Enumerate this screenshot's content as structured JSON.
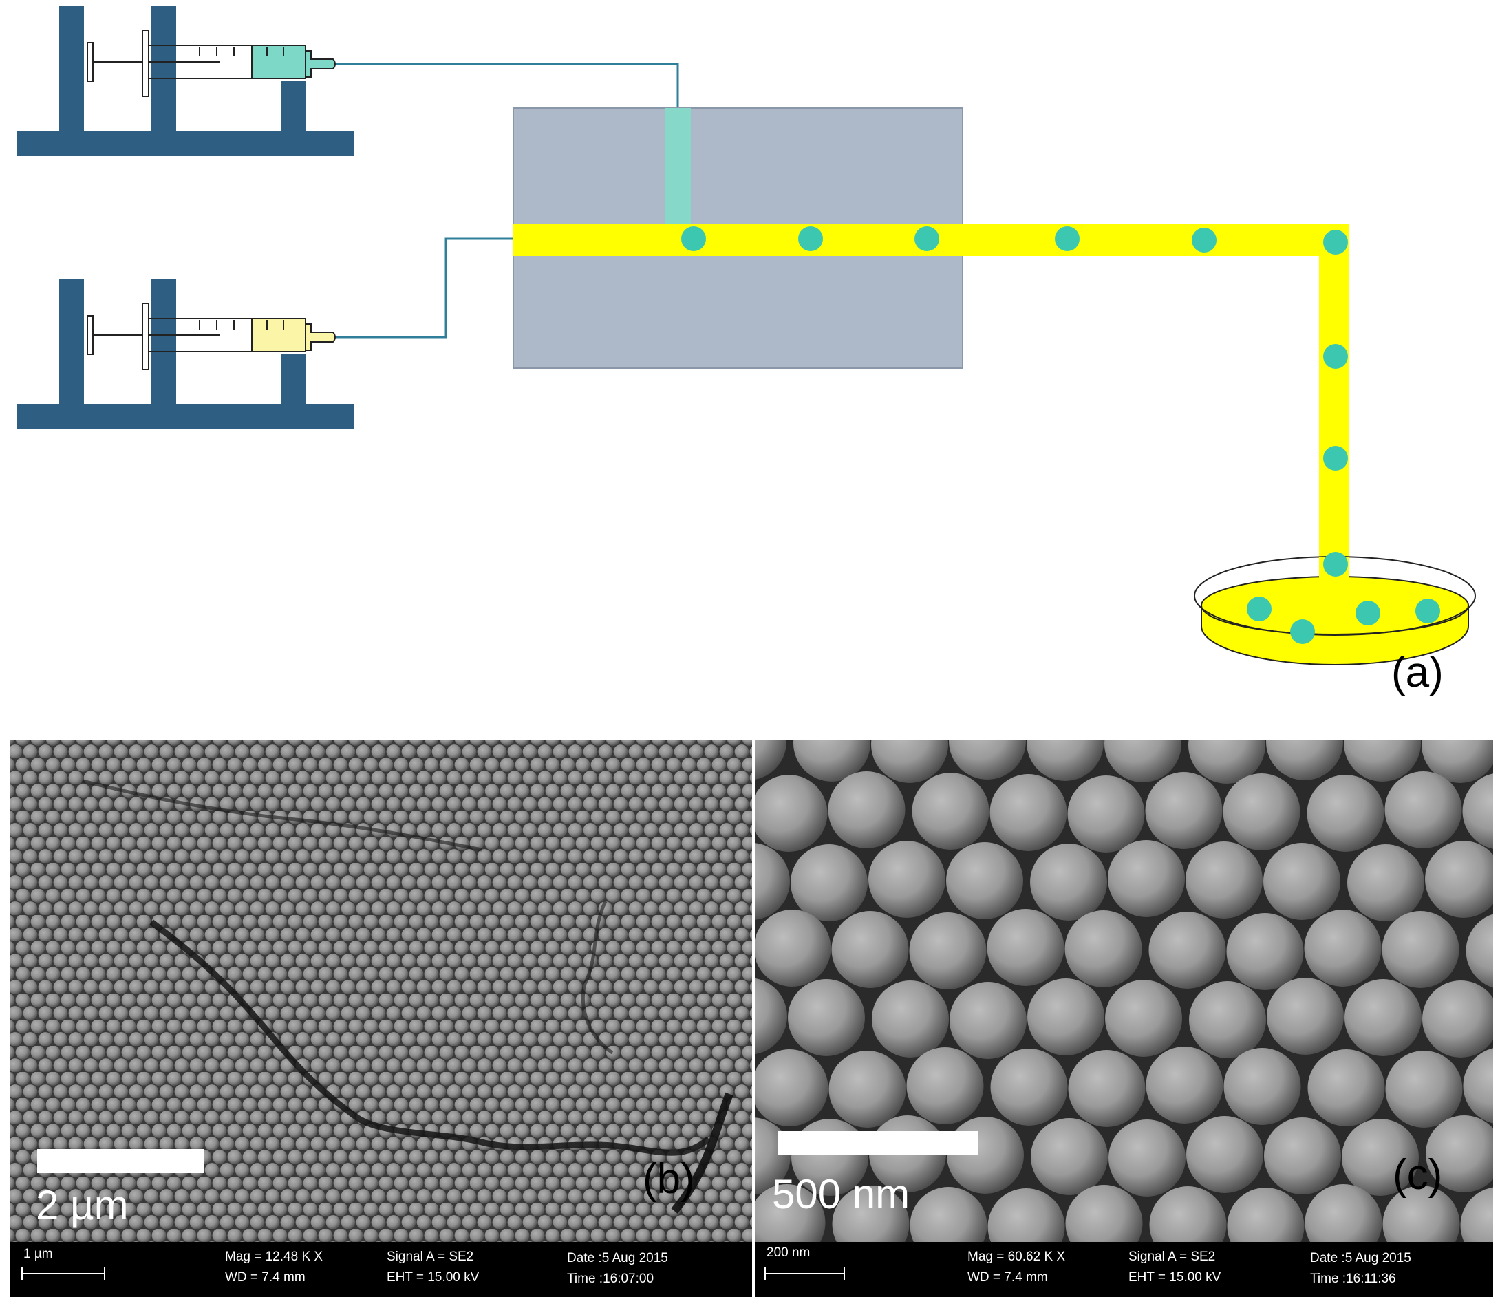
{
  "panels": {
    "a": {
      "label": "(a)"
    },
    "b": {
      "label": "(b)",
      "scale_bar_label": "2 µm",
      "databar": {
        "scale": "1 µm",
        "mag": "Mag =  12.48 K X",
        "wd": "WD =  7.4 mm",
        "signal": "Signal A = SE2",
        "eht": "EHT = 15.00 kV",
        "date": "Date :5 Aug 2015",
        "time": "Time :16:07:00"
      }
    },
    "c": {
      "label": "(c)",
      "scale_bar_label": "500 nm",
      "databar": {
        "scale": "200 nm",
        "mag": "Mag =  60.62 K X",
        "wd": "WD =  7.4 mm",
        "signal": "Signal A = SE2",
        "eht": "EHT = 15.00 kV",
        "date": "Date :5 Aug 2015",
        "time": "Time :16:11:36"
      }
    }
  },
  "colors": {
    "pump_frame": "#2e5f83",
    "channel_yellow": "#ffff00",
    "chip_body": "#adb8c8",
    "droplet_teal": "#3cc8b0",
    "teal_fluid": "#7ed8c8",
    "yellow_fluid": "#fbf5a8",
    "tubing": "#2f7f9a",
    "sem_background": "#5e5e5e",
    "databar": "#000000"
  }
}
